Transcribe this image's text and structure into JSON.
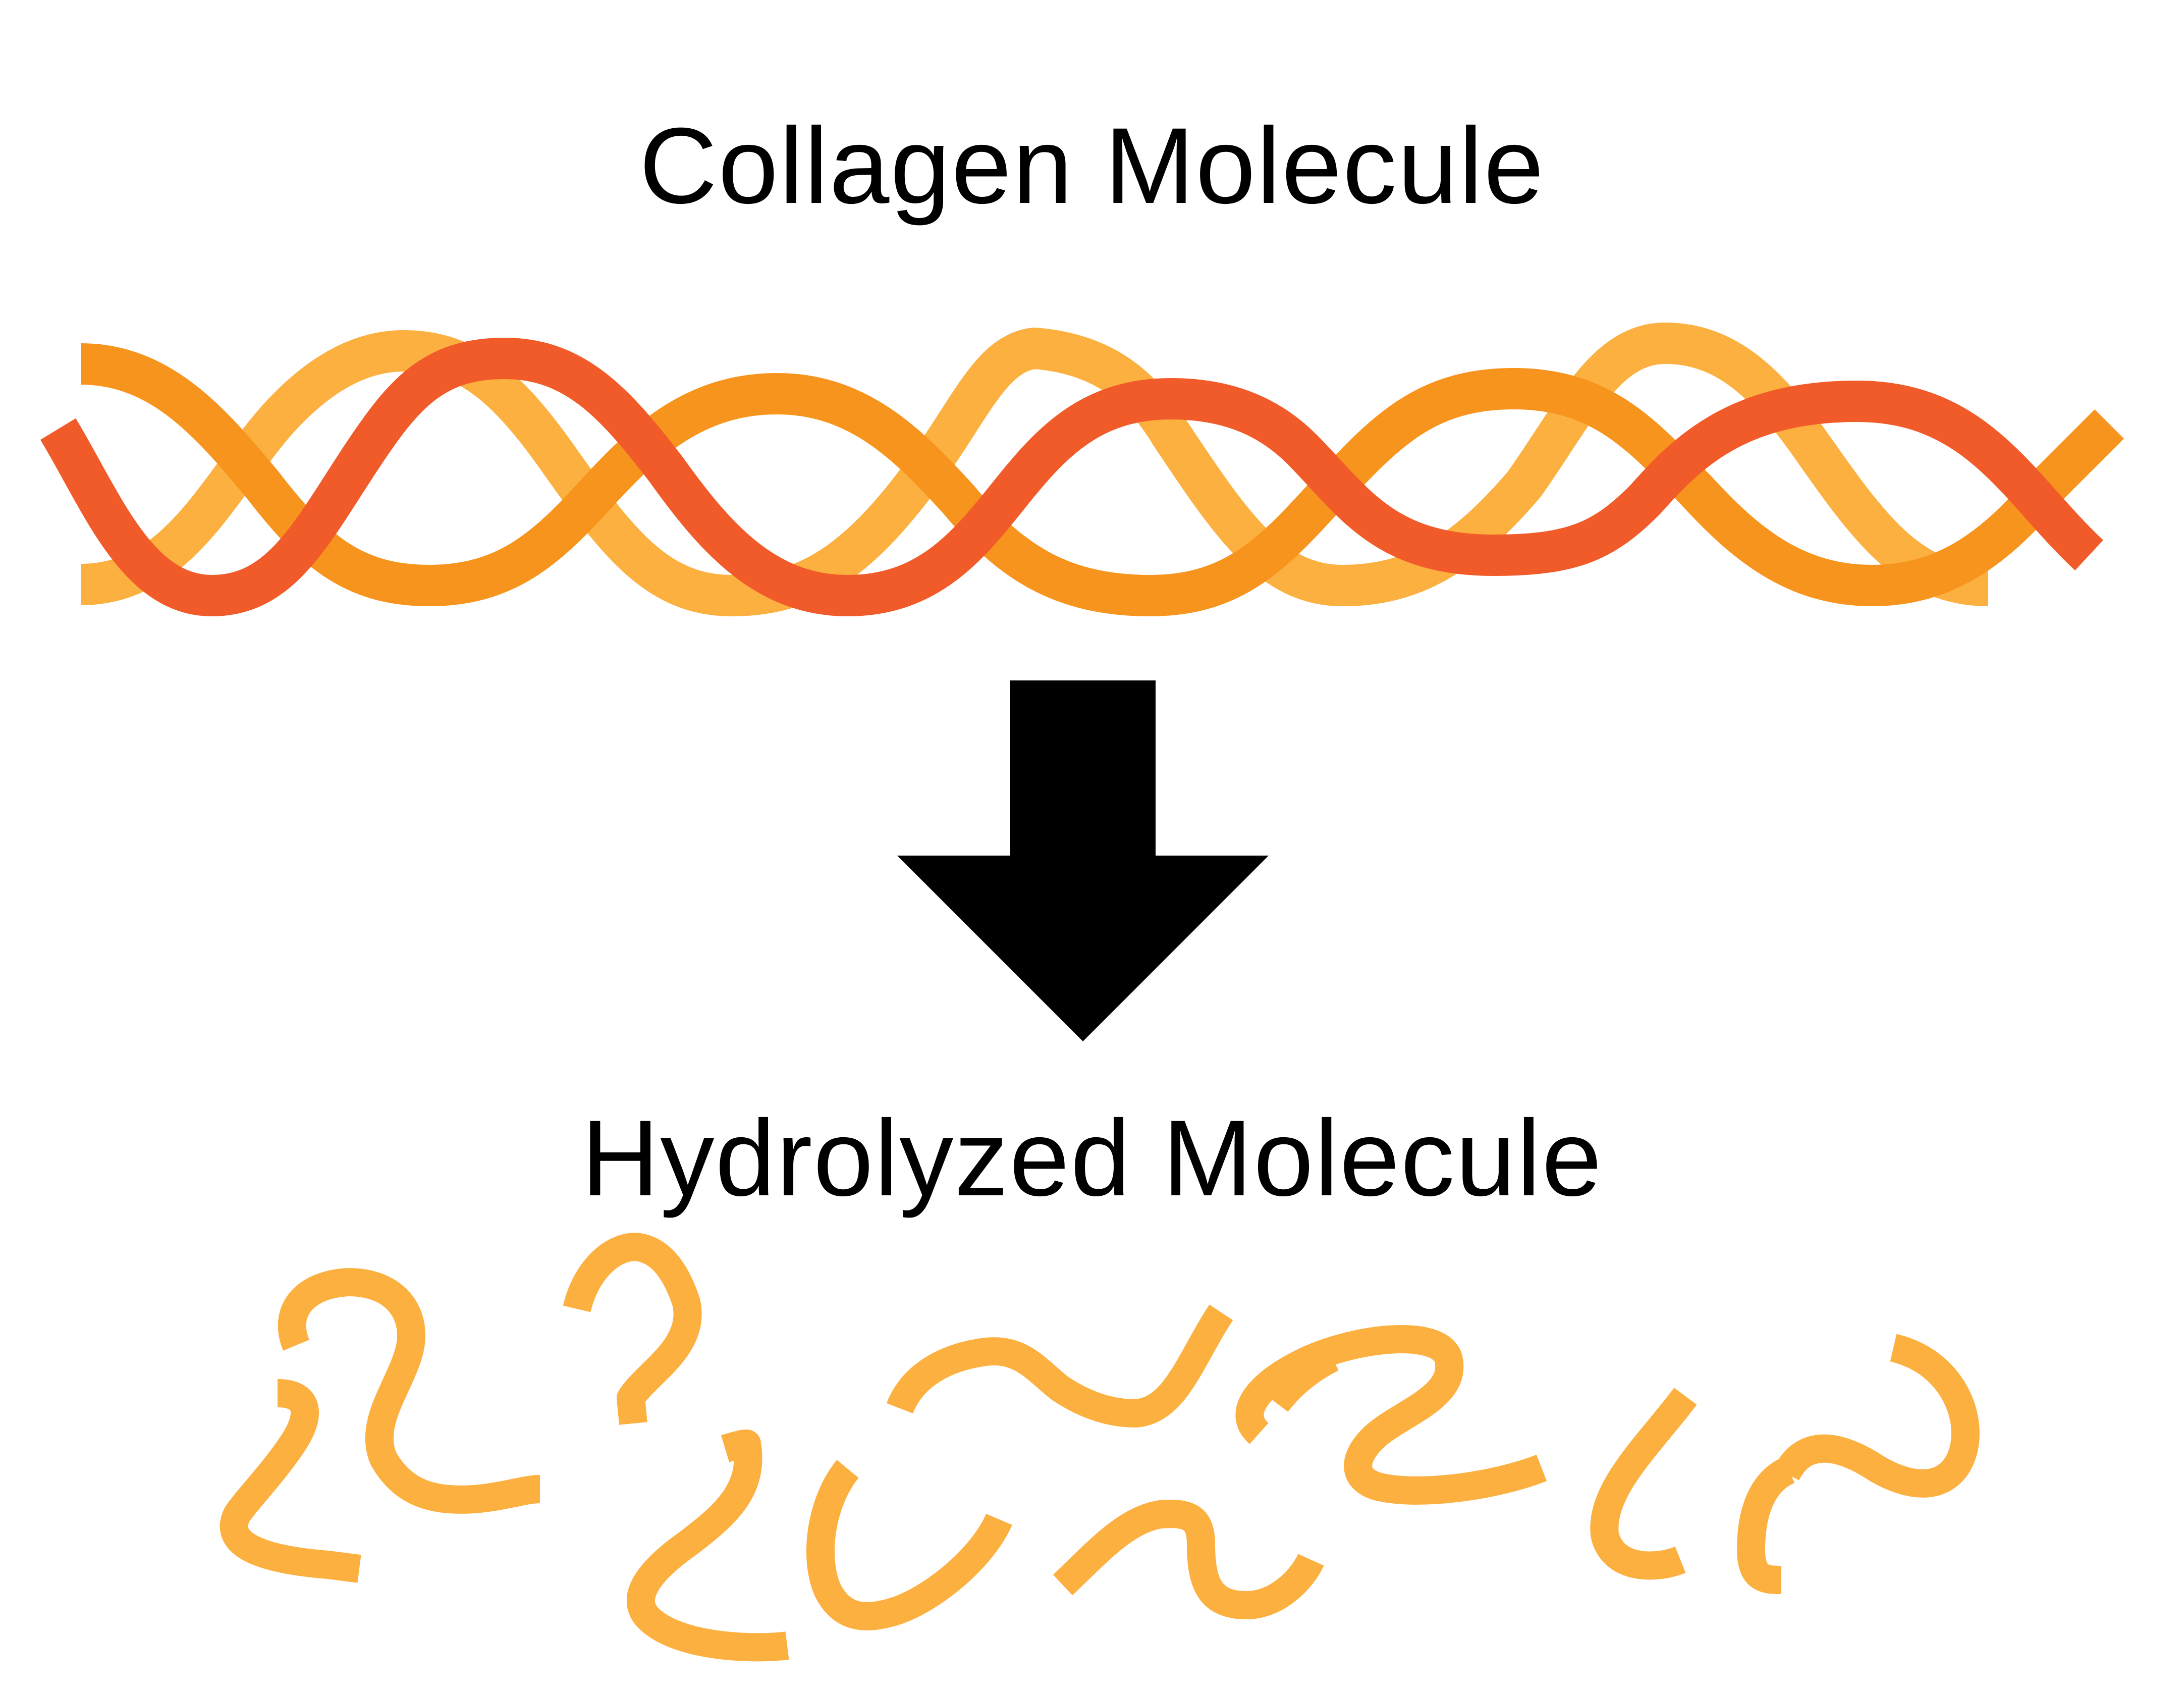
{
  "diagram": {
    "title_top": "Collagen Molecule",
    "title_bottom": "Hydrolyzed Molecule",
    "arrow": {
      "direction": "down",
      "color": "#000000"
    },
    "colors": {
      "strand_light": "#FBB040",
      "strand_orange": "#F7941D",
      "strand_red": "#F15A29",
      "fragment": "#FBB040",
      "text": "#000000",
      "background": "#FFFFFF"
    },
    "collagen_helix": {
      "strands": [
        {
          "name": "light-orange-strand",
          "color": "#FBB040"
        },
        {
          "name": "orange-strand",
          "color": "#F7941D"
        },
        {
          "name": "red-strand",
          "color": "#F15A29"
        }
      ]
    },
    "hydrolyzed_fragments": {
      "count": 12,
      "color": "#FBB040"
    }
  }
}
